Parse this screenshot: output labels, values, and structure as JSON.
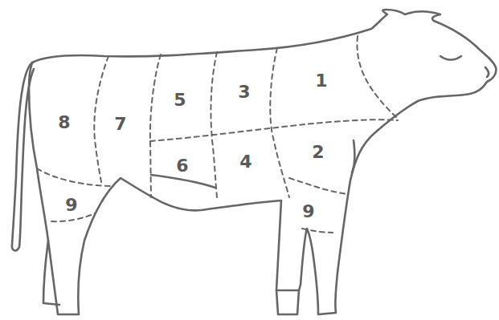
{
  "diagram": {
    "labels": [
      "1",
      "2",
      "3",
      "4",
      "5",
      "6",
      "7",
      "8",
      "9",
      "9"
    ]
  }
}
